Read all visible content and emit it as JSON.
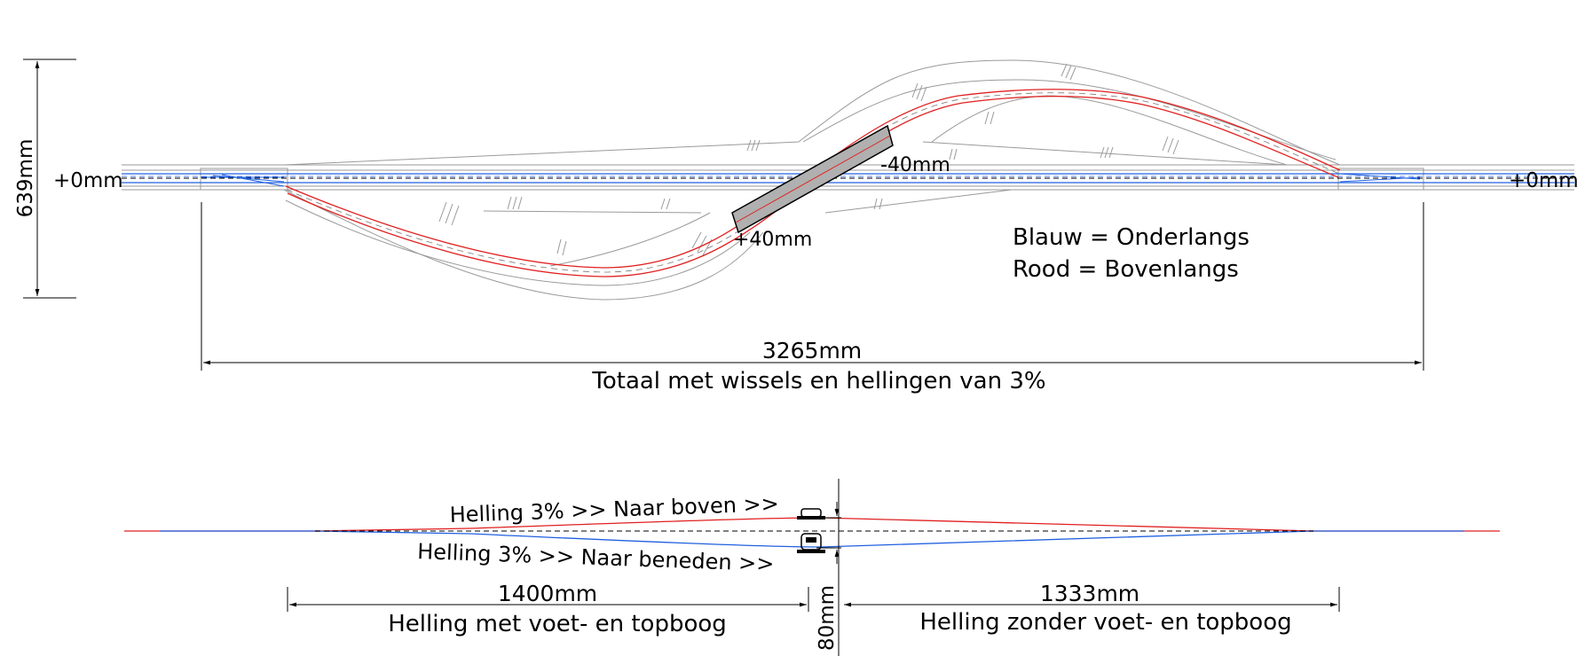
{
  "plan": {
    "height_label": "639mm",
    "left_level": "+0mm",
    "right_level": "+0mm",
    "level_low": "+40mm",
    "level_high": "-40mm",
    "legend_blue": "Blauw = Onderlangs",
    "legend_red": "Rood = Bovenlangs",
    "total_length": "3265mm",
    "total_caption": "Totaal met wissels en hellingen van 3%"
  },
  "profile": {
    "slope_up": "Helling 3% >> Naar boven >>",
    "slope_down": "Helling 3% >> Naar beneden >>",
    "left_length": "1400mm",
    "left_caption": "Helling met voet- en topboog",
    "right_length": "1333mm",
    "right_caption": "Helling zonder voet- en topboog",
    "clearance": "80mm"
  },
  "colors": {
    "upper_track": "#e02020",
    "lower_track": "#2060e0",
    "outline": "#999999",
    "bridge": "#b0b0b0"
  }
}
